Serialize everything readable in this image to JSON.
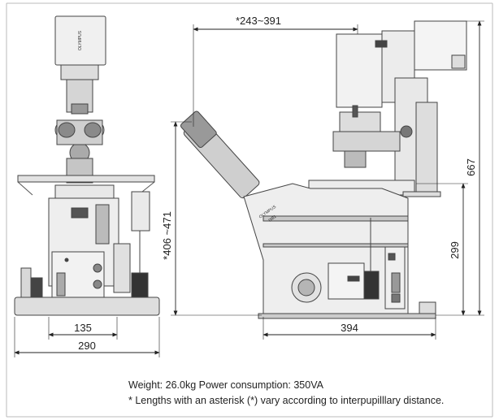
{
  "brand": "OLYMPUS",
  "model": "IX81",
  "dimensions": {
    "top_width": "*243~391",
    "left_height": "*406 ~471",
    "right_height_total": "667",
    "right_height_stage": "299",
    "bottom_right_width": "394",
    "front_inner_width": "135",
    "front_outer_width": "290"
  },
  "footer": {
    "specs": "Weight: 26.0kg  Power consumption: 350VA",
    "note": "* Lengths with an asterisk (*) vary according to interpupilllary distance."
  }
}
